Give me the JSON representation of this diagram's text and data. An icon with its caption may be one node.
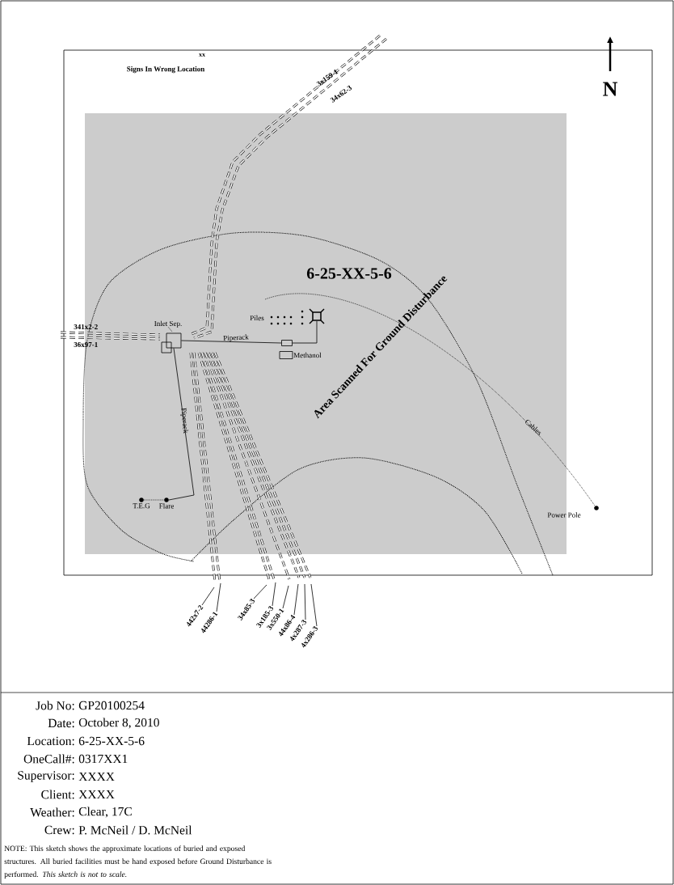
{
  "diagram": {
    "nodes": [
      {
        "text": [
          "Inlet Sep."
        ]
      },
      {
        "text": [],
        "shape": "box"
      },
      {
        "text": [
          "Methanol"
        ]
      },
      {
        "text": [],
        "shape": "picture"
      },
      {
        "text": [
          "T.E.G"
        ]
      },
      {
        "text": [
          "Flare"
        ]
      },
      {
        "text": [
          "Power Pole"
        ]
      },
      {
        "text": [
          "442x7-2"
        ]
      },
      {
        "text": [
          "44286-1"
        ]
      },
      {
        "text": [
          "34x85-3"
        ]
      },
      {
        "text": [
          "3x185-3"
        ]
      },
      {
        "text": [
          "3x550-1"
        ]
      },
      {
        "text": [
          "44x86-4"
        ]
      },
      {
        "text": [
          "4x287-3"
        ]
      },
      {
        "text": [
          "4x286-3"
        ]
      }
    ],
    "edges": [
      {
        "from": 0,
        "to": 1,
        "arrow": "none",
        "label": "Piperack"
      },
      {
        "from": 1,
        "to": 3,
        "arrow": "none"
      },
      {
        "from": 0,
        "to": 5,
        "arrow": "none",
        "label": "Piperack"
      },
      {
        "from": 4,
        "to": 5,
        "arrow": "none",
        "style": "dashed"
      },
      {
        "from": null,
        "to": 6,
        "arrow": "none",
        "style": "dashed",
        "label": "Cables"
      },
      {
        "from": 7,
        "to": null,
        "arrow": "none"
      },
      {
        "from": 8,
        "to": null,
        "arrow": "none"
      },
      {
        "from": 9,
        "to": null,
        "arrow": "none"
      },
      {
        "from": 10,
        "to": null,
        "arrow": "none"
      },
      {
        "from": 11,
        "to": null,
        "arrow": "none"
      },
      {
        "from": 12,
        "to": null,
        "arrow": "none"
      },
      {
        "from": 13,
        "to": null,
        "arrow": "none"
      },
      {
        "from": 14,
        "to": null,
        "arrow": "none"
      }
    ],
    "labels": [
      "xx",
      "Signs In Wrong Location",
      "3x159-1",
      "34x62-3",
      "N",
      "6-25-XX-5-6",
      "Piles",
      "341x2-2",
      "36x97-1",
      "Area Scanned For Ground Disturbance",
      "Job No:",
      "GP20100254",
      "Date:",
      "October 8, 2010",
      "Location:",
      "6-25-XX-5-6",
      "OneCall#:",
      "0317XX1",
      "Supervisor:",
      "XXXX",
      "Client:",
      "XXXX",
      "Weather:",
      "Clear, 17C",
      "Crew:",
      "P. McNeil / D. McNeil",
      "NOTE: This sketch shows the approximate locations of buried and exposed structures. All buried facilities must be hand exposed before Ground Disturbance is performed. *This sketch is not to scale.*"
    ]
  }
}
